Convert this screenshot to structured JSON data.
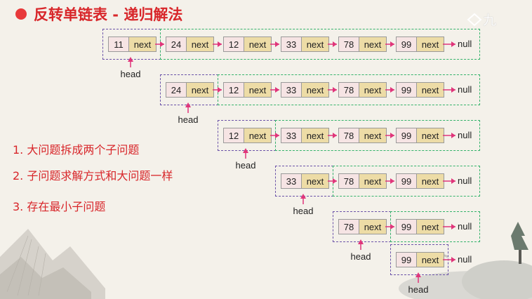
{
  "title": "反转单链表 - 递归解法",
  "logo_text": "九",
  "colors": {
    "title_red": "#d8262a",
    "dot_red": "#e8393a",
    "arrow_pink": "#e0357a",
    "purple_box": "#6b53a8",
    "green_box": "#35b36b",
    "val_fill": "#f6e4e4",
    "next_fill": "#eddca6"
  },
  "points": [
    "1. 大问题拆成两个子问题",
    "2. 子问题求解方式和大问题一样",
    "3. 存在最小子问题"
  ],
  "next_label": "next",
  "null_label": "null",
  "head_label": "head",
  "rows": [
    {
      "values": [
        "11",
        "24",
        "12",
        "33",
        "78",
        "99"
      ]
    },
    {
      "values": [
        "24",
        "12",
        "33",
        "78",
        "99"
      ]
    },
    {
      "values": [
        "12",
        "33",
        "78",
        "99"
      ]
    },
    {
      "values": [
        "33",
        "78",
        "99"
      ]
    },
    {
      "values": [
        "78",
        "99"
      ]
    },
    {
      "values": [
        "99"
      ]
    }
  ]
}
